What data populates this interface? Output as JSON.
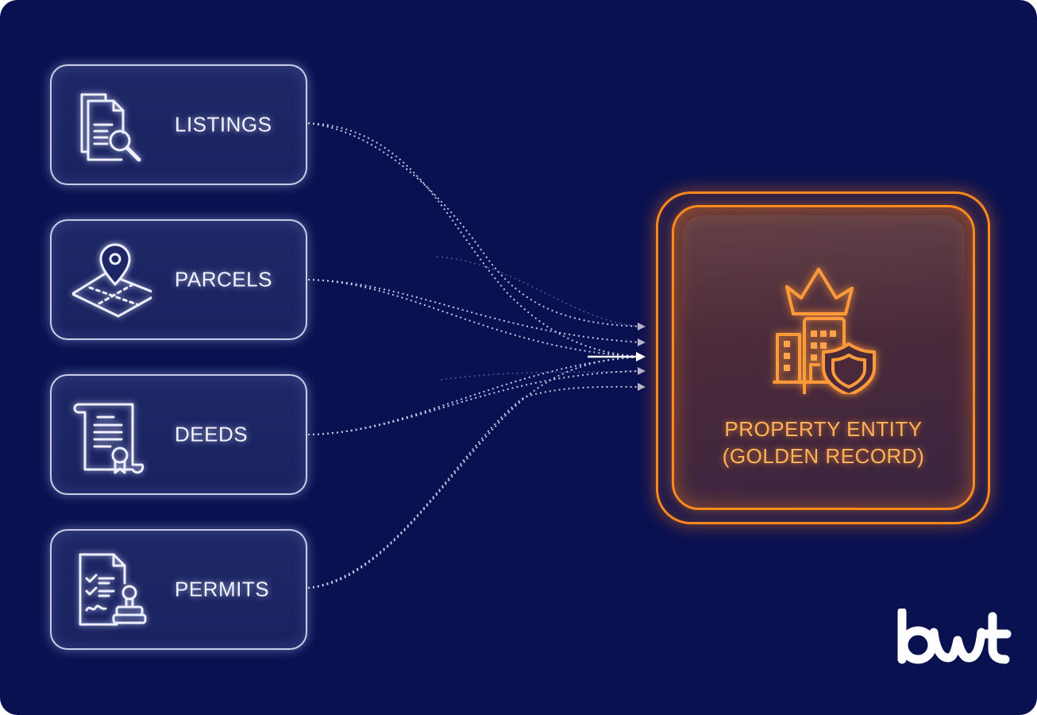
{
  "diagram": {
    "type": "data-flow",
    "sources": [
      {
        "id": "listings",
        "label": "LISTINGS",
        "icon": "document-search-icon"
      },
      {
        "id": "parcels",
        "label": "PARCELS",
        "icon": "map-pin-parcel-icon"
      },
      {
        "id": "deeds",
        "label": "DEEDS",
        "icon": "certificate-scroll-icon"
      },
      {
        "id": "permits",
        "label": "PERMITS",
        "icon": "checklist-stamp-icon"
      }
    ],
    "target": {
      "title_line1": "PROPERTY ENTITY",
      "title_line2": "(GOLDEN RECORD)",
      "icon": "crown-building-shield-icon"
    },
    "connector_style": "dotted-curves-with-arrows",
    "arrow_count": 5
  },
  "brand": {
    "logo_text": "bwt"
  },
  "colors": {
    "background": "#0a1150",
    "source_border": "#e6ebff",
    "accent_orange": "#ff8a1c",
    "target_text": "#ffb25a",
    "connector": "#d8dcf2"
  }
}
